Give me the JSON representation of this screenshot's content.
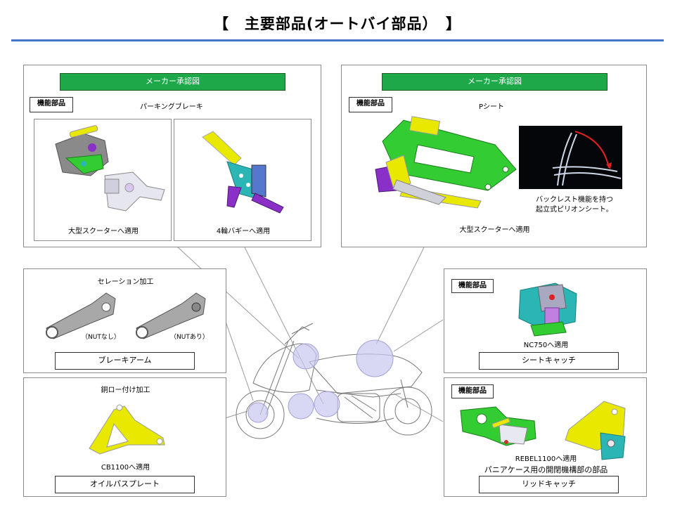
{
  "page": {
    "title": "【　主要部品(オートバイ部品）　】"
  },
  "parking_brake_panel": {
    "approval_label": "メーカー承認図",
    "tag": "機能部品",
    "part_name": "パーキングブレーキ",
    "items": [
      {
        "caption": "大型スクーターへ適用"
      },
      {
        "caption": "4輪バギーへ適用"
      }
    ]
  },
  "p_seat_panel": {
    "approval_label": "メーカー承認図",
    "tag": "機能部品",
    "part_name": "Pシート",
    "photo_note_line1": "バックレスト機能を持つ",
    "photo_note_line2": "起立式ピリオンシート。",
    "caption": "大型スクーターへ適用"
  },
  "brake_arm_panel": {
    "process_label": "セレーション加工",
    "variant_no_nut": "（NUTなし）",
    "variant_with_nut": "（NUTあり）",
    "name": "ブレーキアーム"
  },
  "oil_pipe_panel": {
    "process_label": "銅ロー付け加工",
    "caption": "CB1100へ適用",
    "name": "オイルパスプレート"
  },
  "seat_catch_panel": {
    "tag": "機能部品",
    "caption": "NC750へ適用",
    "name": "シートキャッチ"
  },
  "lid_catch_panel": {
    "tag": "機能部品",
    "caption": "REBEL1100へ適用",
    "description": "パニアケース用の開閉機構部の部品",
    "name": "リッドキャッチ"
  },
  "colors": {
    "accent_rule": "#4472c4",
    "approval_green": "#1fa84a",
    "part_green": "#33cc33",
    "part_yellow": "#e8e800",
    "part_purple": "#8b2fc9",
    "part_teal": "#2bb5b5",
    "highlight_circle": "#c8c8f0"
  }
}
